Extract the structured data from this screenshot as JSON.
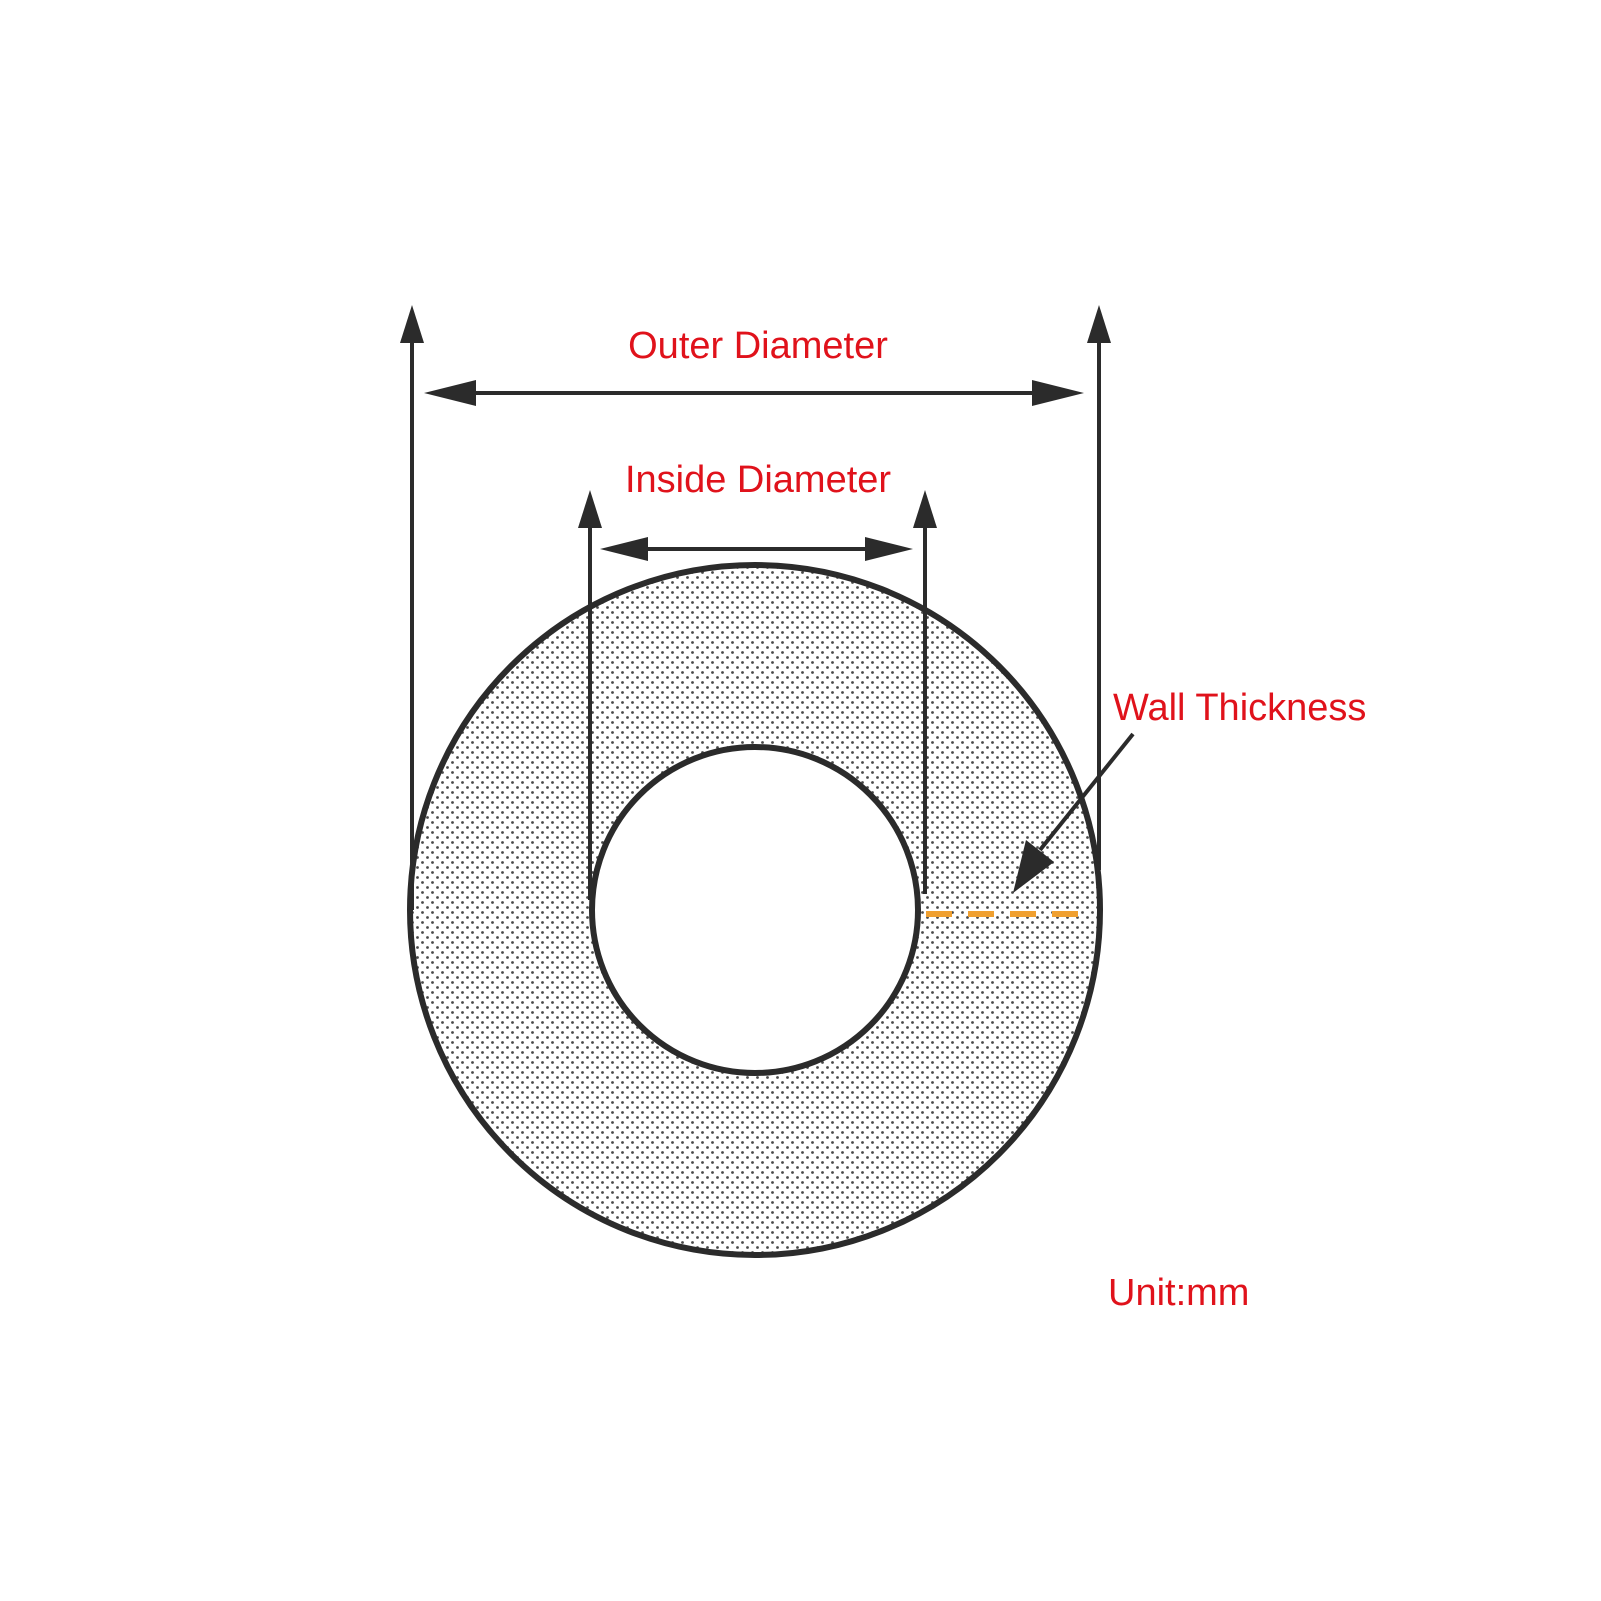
{
  "labels": {
    "outer_diameter": "Outer Diameter",
    "inside_diameter": "Inside Diameter",
    "wall_thickness": "Wall Thickness",
    "unit": "Unit:mm"
  },
  "colors": {
    "label_text": "#e0121b",
    "line": "#2b2b2b",
    "wall_marker": "#f0a030",
    "fill_dots": "#4a4a4a",
    "background": "#ffffff"
  }
}
